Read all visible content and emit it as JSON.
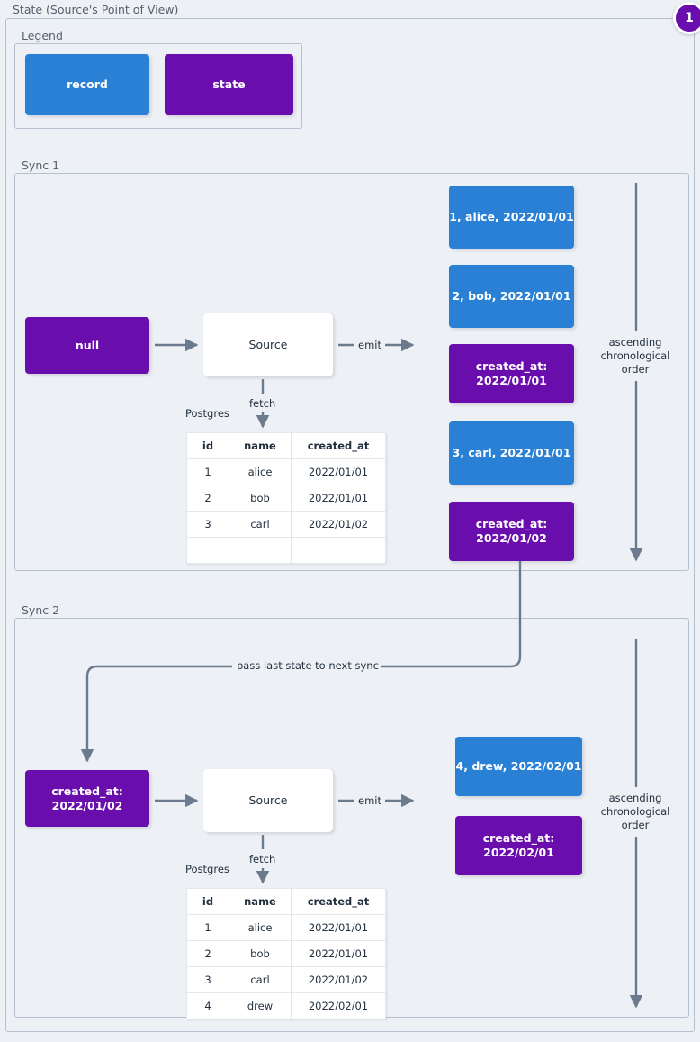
{
  "diagram": {
    "title": "State (Source's Point of View)",
    "badge": "1"
  },
  "legend": {
    "label": "Legend",
    "items": [
      {
        "name": "record",
        "color": "#2980d4"
      },
      {
        "name": "state",
        "color": "#6a0dad"
      }
    ]
  },
  "colors": {
    "record": "#2980d4",
    "state": "#6a0dad",
    "background": "#edf0f5",
    "border": "#b4bfcf",
    "edge": "#6b7a8d",
    "text": "#23303f"
  },
  "edges": {
    "emit": "emit",
    "fetch": "fetch",
    "pass_state": "pass last state to next sync",
    "order": "ascending chronological order"
  },
  "sync1": {
    "label": "Sync 1",
    "state_in": "null",
    "source": "Source",
    "db_caption": "Postgres",
    "table": {
      "columns": [
        "id",
        "name",
        "created_at"
      ],
      "rows": [
        [
          "1",
          "alice",
          "2022/01/01"
        ],
        [
          "2",
          "bob",
          "2022/01/01"
        ],
        [
          "3",
          "carl",
          "2022/01/02"
        ],
        [
          "",
          "",
          ""
        ]
      ]
    },
    "emitted": [
      {
        "type": "record",
        "text": "1, alice, 2022/01/01"
      },
      {
        "type": "record",
        "text": "2, bob, 2022/01/01"
      },
      {
        "type": "state",
        "line1": "created_at:",
        "line2": "2022/01/01"
      },
      {
        "type": "record",
        "text": "3, carl, 2022/01/01"
      },
      {
        "type": "state",
        "line1": "created_at:",
        "line2": "2022/01/02"
      }
    ]
  },
  "sync2": {
    "label": "Sync 2",
    "state_in_line1": "created_at:",
    "state_in_line2": "2022/01/02",
    "source": "Source",
    "db_caption": "Postgres",
    "table": {
      "columns": [
        "id",
        "name",
        "created_at"
      ],
      "rows": [
        [
          "1",
          "alice",
          "2022/01/01"
        ],
        [
          "2",
          "bob",
          "2022/01/01"
        ],
        [
          "3",
          "carl",
          "2022/01/02"
        ],
        [
          "4",
          "drew",
          "2022/02/01"
        ]
      ]
    },
    "emitted": [
      {
        "type": "record",
        "text": "4, drew, 2022/02/01"
      },
      {
        "type": "state",
        "line1": "created_at:",
        "line2": "2022/02/01"
      }
    ]
  }
}
